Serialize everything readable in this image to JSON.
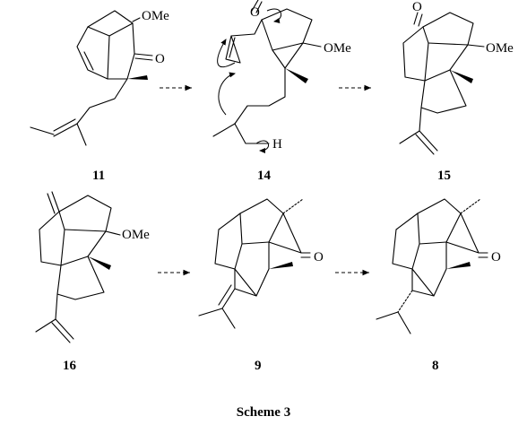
{
  "caption": "Scheme 3",
  "compounds": {
    "c11": {
      "label": "11",
      "atoms": {
        "ome": "OMe",
        "o": "O"
      }
    },
    "c14": {
      "label": "14",
      "atoms": {
        "o": "O",
        "ome": "OMe",
        "h": "H"
      }
    },
    "c15": {
      "label": "15",
      "atoms": {
        "o": "O",
        "ome": "OMe"
      }
    },
    "c16": {
      "label": "16",
      "atoms": {
        "ome": "OMe"
      }
    },
    "c9": {
      "label": "9",
      "atoms": {
        "o": "O"
      }
    },
    "c8": {
      "label": "8",
      "atoms": {
        "o": "O"
      }
    }
  },
  "arrows": [
    {
      "from": "11",
      "to": "14",
      "style": "dashed"
    },
    {
      "from": "14",
      "to": "15",
      "style": "dashed"
    },
    {
      "from": "16",
      "to": "9",
      "style": "dashed"
    },
    {
      "from": "9",
      "to": "8",
      "style": "dashed"
    }
  ]
}
